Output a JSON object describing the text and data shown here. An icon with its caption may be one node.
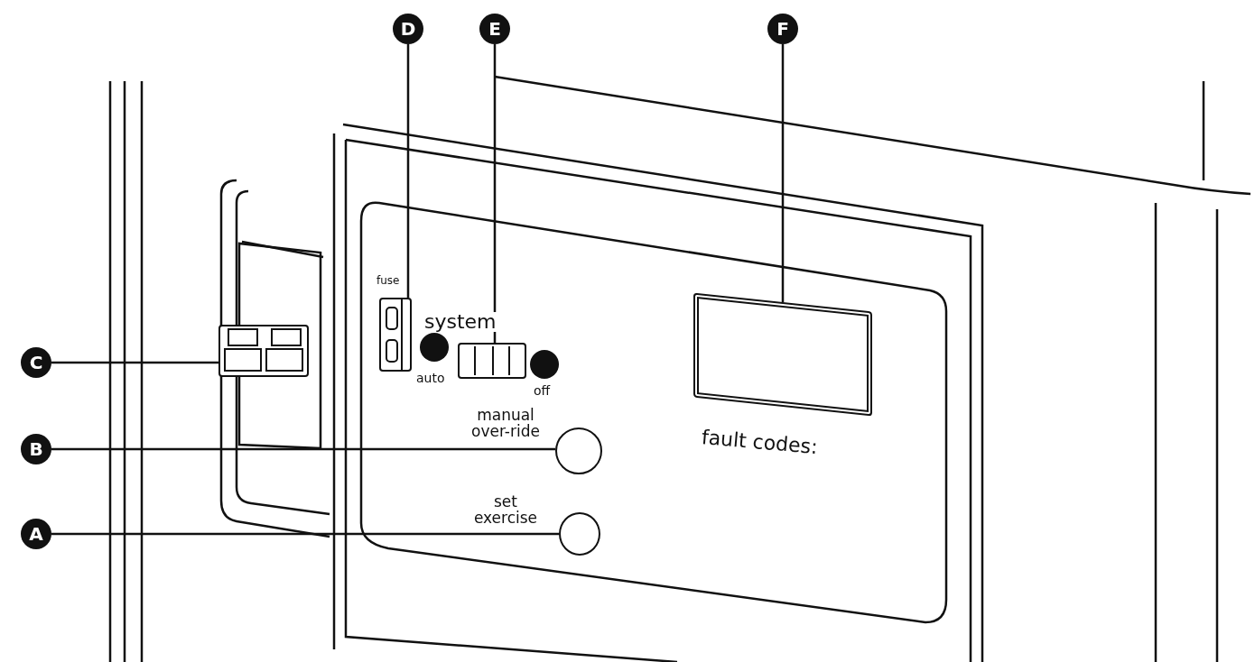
{
  "diagram": {
    "nodes": [
      {
        "text": [
          "A"
        ]
      },
      {
        "text": [
          "B"
        ]
      },
      {
        "text": [
          "C"
        ]
      },
      {
        "text": [
          "D"
        ]
      },
      {
        "text": [
          "E"
        ]
      },
      {
        "text": [
          "F"
        ]
      },
      {
        "text": [],
        "shape": "circle"
      },
      {
        "text": [],
        "shape": "circle"
      },
      {
        "text": [],
        "shape": "box"
      },
      {
        "text": [],
        "shape": "box"
      },
      {
        "text": [],
        "shape": "box"
      },
      {
        "text": [],
        "shape": "box"
      }
    ],
    "edges": [
      {
        "from": 0,
        "to": 7,
        "arrow": "none"
      },
      {
        "from": 1,
        "to": 6,
        "arrow": "none"
      },
      {
        "from": 2,
        "to": 8,
        "arrow": "none"
      },
      {
        "from": 3,
        "to": 9,
        "arrow": "none"
      },
      {
        "from": 4,
        "to": 10,
        "arrow": "none"
      },
      {
        "from": 5,
        "to": 11,
        "arrow": "none"
      }
    ],
    "labels": [
      "fuse",
      "system",
      "auto",
      "off",
      "fault codes:",
      "manual over-ride",
      "set exercise"
    ]
  }
}
